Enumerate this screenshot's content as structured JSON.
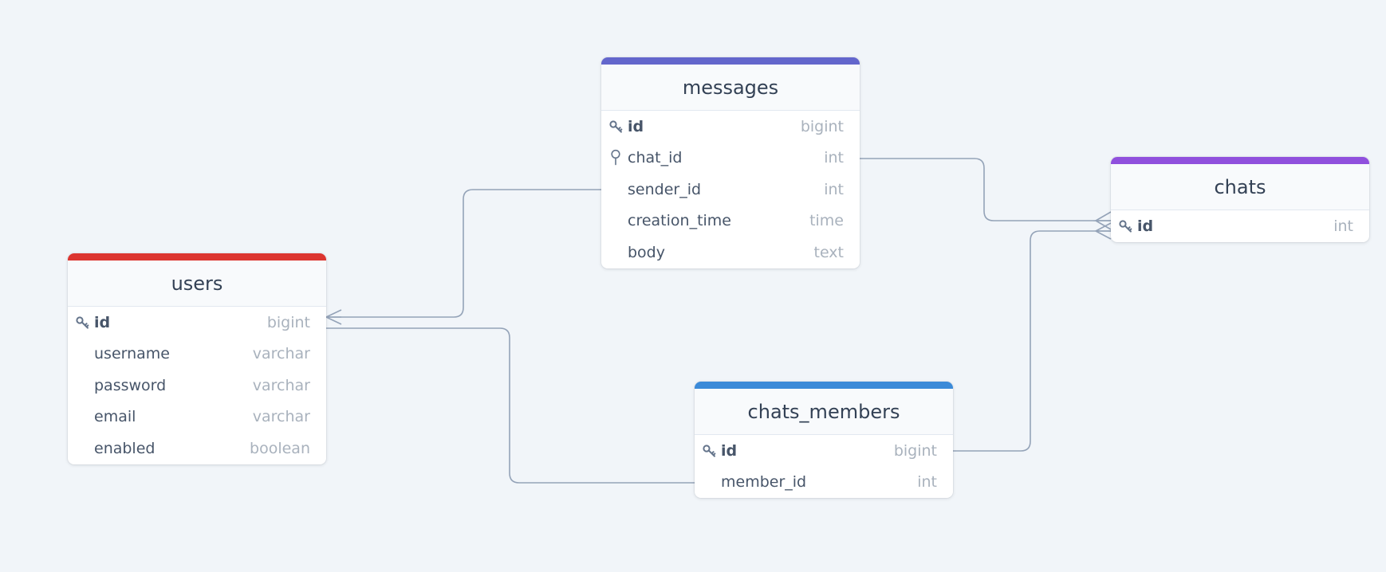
{
  "tables": [
    {
      "id": "messages",
      "name": "messages",
      "color": "#6366cc",
      "fields": [
        {
          "name": "id",
          "type": "bigint",
          "icon": "key-icon"
        },
        {
          "name": "chat_id",
          "type": "int",
          "icon": "foreign-key-icon"
        },
        {
          "name": "sender_id",
          "type": "int"
        },
        {
          "name": "creation_time",
          "type": "time"
        },
        {
          "name": "body",
          "type": "text"
        }
      ]
    },
    {
      "id": "chats",
      "name": "chats",
      "color": "#9050dd",
      "fields": [
        {
          "name": "id",
          "type": "int",
          "icon": "key-icon"
        }
      ]
    },
    {
      "id": "users",
      "name": "users",
      "color": "#dc3530",
      "fields": [
        {
          "name": "id",
          "type": "bigint",
          "icon": "key-icon"
        },
        {
          "name": "username",
          "type": "varchar"
        },
        {
          "name": "password",
          "type": "varchar"
        },
        {
          "name": "email",
          "type": "varchar"
        },
        {
          "name": "enabled",
          "type": "boolean"
        }
      ]
    },
    {
      "id": "chats_members",
      "name": "chats_members",
      "color": "#3b8ad8",
      "fields": [
        {
          "name": "id",
          "type": "bigint",
          "icon": "key-icon"
        },
        {
          "name": "member_id",
          "type": "int"
        }
      ]
    }
  ],
  "relations": [
    {
      "from": "messages.chat_id",
      "to": "chats.id",
      "to_end": "many"
    },
    {
      "from": "messages.sender_id",
      "to": "users.id",
      "to_end": "many"
    },
    {
      "from": "users.id",
      "to": "chats_members.member_id"
    },
    {
      "from": "chats_members.id",
      "to": "chats.id",
      "to_end": "many"
    }
  ]
}
